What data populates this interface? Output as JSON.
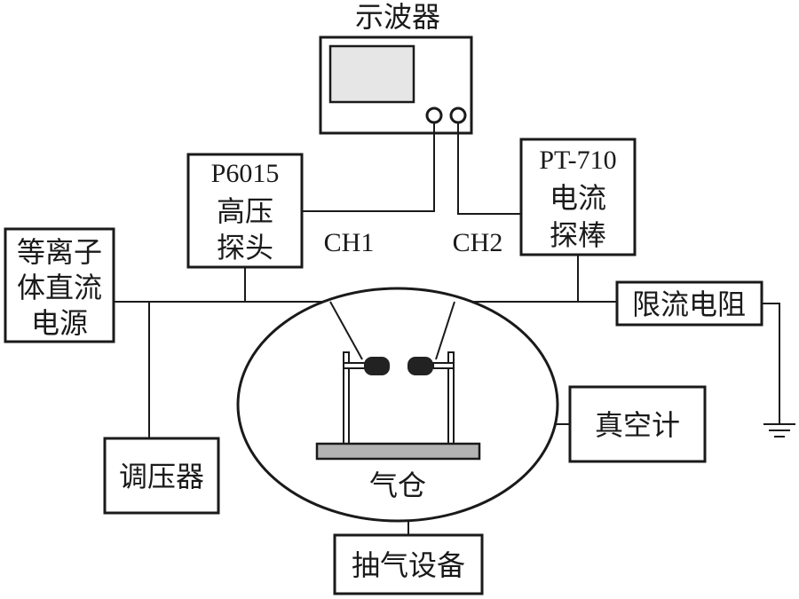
{
  "oscilloscope": {
    "label": "示波器"
  },
  "hv_probe": {
    "lines": [
      "P6015",
      "高压",
      "探头"
    ]
  },
  "current_probe": {
    "lines": [
      "PT-710",
      "电流",
      "探棒"
    ]
  },
  "channels": {
    "ch1": "CH1",
    "ch2": "CH2"
  },
  "power_supply": {
    "lines": [
      "等离子",
      "体直流",
      "电源"
    ]
  },
  "resistor": {
    "label": "限流电阻"
  },
  "regulator": {
    "label": "调压器"
  },
  "vacuum_gauge": {
    "label": "真空计"
  },
  "chamber": {
    "label": "气仓"
  },
  "pump": {
    "label": "抽气设备"
  },
  "colors": {
    "stroke": "#1a1a1a",
    "screen": "#e6e6e6",
    "electrode": "#222222",
    "platform": "#b3b3b3"
  },
  "icons": [
    "ground-icon",
    "electrode-icon"
  ]
}
